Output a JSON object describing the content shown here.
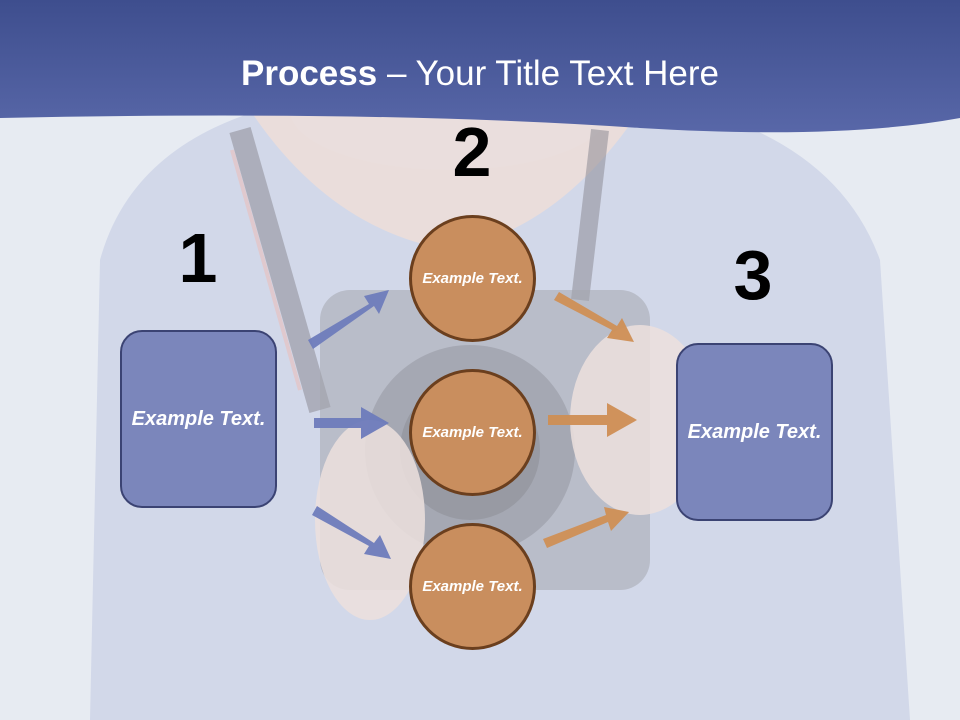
{
  "title": {
    "bold": "Process",
    "rest": " – Your Title Text Here"
  },
  "steps": {
    "one": "1",
    "two": "2",
    "three": "3"
  },
  "boxes": {
    "left": "Example Text.",
    "right": "Example Text."
  },
  "circles": {
    "top": "Example Text.",
    "middle": "Example Text.",
    "bottom": "Example Text."
  },
  "colors": {
    "header": "#4a5a9c",
    "box_fill": "#7b86bb",
    "circle_fill": "#c98e5e",
    "arrow_blue": "#6e7cbc",
    "arrow_orange": "#cf8f55"
  }
}
